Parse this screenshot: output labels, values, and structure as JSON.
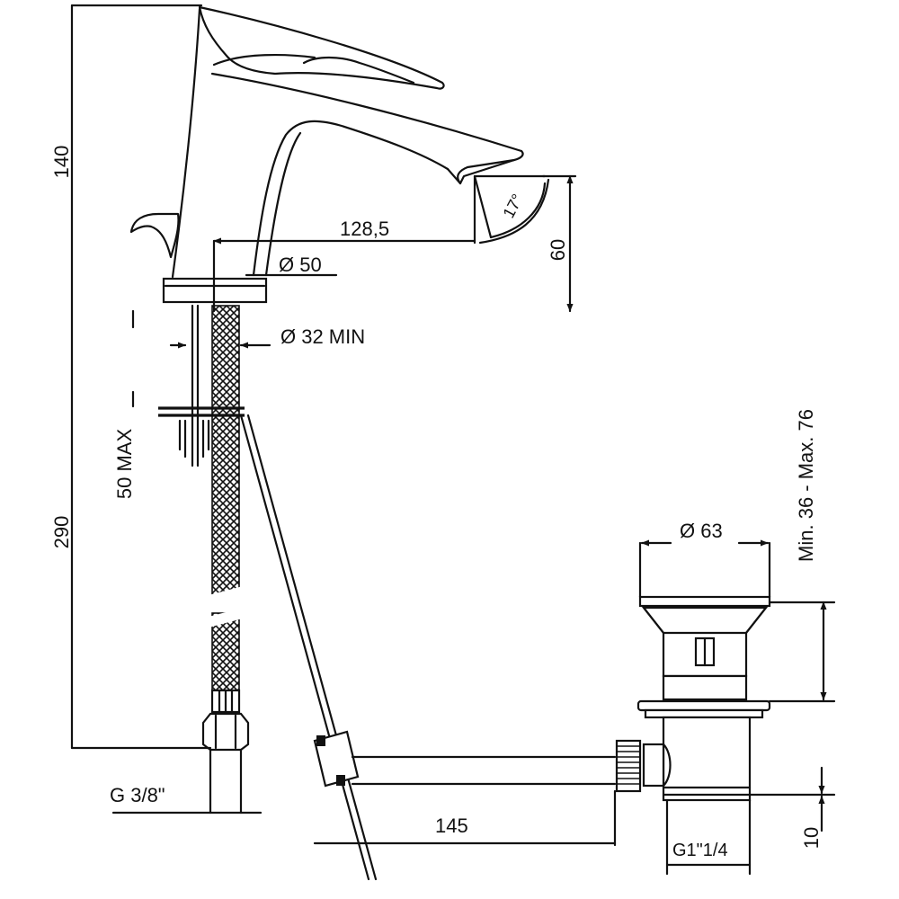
{
  "dimensions": {
    "total_height": "140",
    "spout_reach": "128,5",
    "base_diameter": "Ø 50",
    "hole_diameter": "Ø 32 MIN",
    "deck_thickness": "50 MAX",
    "hose_length": "290",
    "spout_height": "60",
    "tilt_angle": "17°",
    "inlet_thread": "G 3/8\"",
    "waste_diameter": "Ø 63",
    "basin_thickness": "Min. 36 - Max. 76",
    "rod_length": "145",
    "waste_thread": "G1\"1/4",
    "outlet_offset": "10"
  }
}
